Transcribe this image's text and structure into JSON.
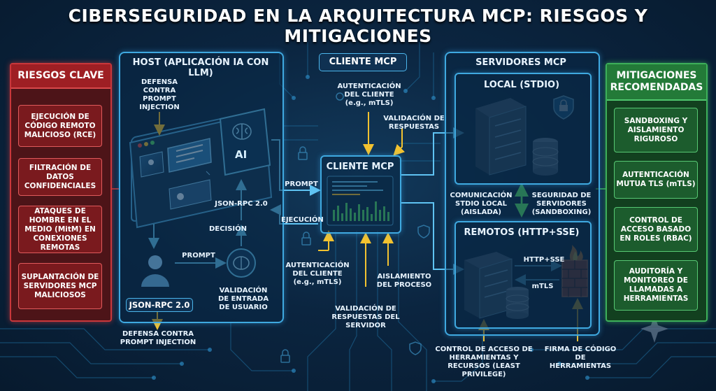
{
  "title": "CIBERSEGURIDAD EN LA ARQUITECTURA MCP: RIESGOS Y MITIGACIONES",
  "risks": {
    "heading": "RIESGOS CLAVE",
    "items": [
      {
        "label": "EJECUCIÓN DE CÓDIGO REMOTO MALICIOSO (RCE)"
      },
      {
        "label": "FILTRACIÓN DE DATOS CONFIDENCIALES"
      },
      {
        "label": "ATAQUES DE HOMBRE EN EL MEDIO (MitM) EN CONEXIONES REMOTAS"
      },
      {
        "label": "SUPLANTACIÓN DE SERVIDORES MCP MALICIOSOS"
      }
    ]
  },
  "mitigations": {
    "heading": "MITIGACIONES RECOMENDADAS",
    "items": [
      {
        "label": "SANDBOXING Y AISLAMIENTO RIGUROSO"
      },
      {
        "label": "AUTENTICACIÓN MUTUA TLS (mTLS)"
      },
      {
        "label": "CONTROL DE ACCESO BASADO EN ROLES (RBAC)"
      },
      {
        "label": "AUDITORÍA Y MONITOREO DE LLAMADAS A HERRAMIENTAS"
      }
    ]
  },
  "host": {
    "title": "HOST (APLICACIÓN IA CON LLM)",
    "defense_top": "DEFENSA CONTRA PROMPT INJECTION",
    "ai_label": "AI",
    "jsonrpc_mid": "JSON-RPC 2.0",
    "decision": "DECISIÓN",
    "prompt": "PROMPT",
    "validation": "VALIDACIÓN DE ENTRADA DE USUARIO",
    "jsonrpc_box": "JSON-RPC 2.0",
    "defense_bottom": "DEFENSA CONTRA PROMPT INJECTION"
  },
  "client": {
    "tag": "CLIENTE MCP",
    "auth_top": "AUTENTICACIÓN DEL CLIENTE (e.g., mTLS)",
    "resp_validation": "VALIDACIÓN DE RESPUESTAS",
    "box_title": "CLIENTE MCP",
    "prompt": "PROMPT",
    "execution": "EJECUCIÓN",
    "auth_bottom": "AUTENTICACIÓN DEL CLIENTE (e.g., mTLS)",
    "server_resp_validation": "VALIDACIÓN DE RESPUESTAS DEL SERVIDOR",
    "process_isolation": "AISLAMIENTO DEL PROCESO"
  },
  "servers": {
    "title": "SERVIDORES MCP",
    "local_title": "LOCAL (STDIO)",
    "stdio_comm": "COMUNICACIÓN STDIO LOCAL (AISLADA)",
    "server_security": "SEGURIDAD DE SERVIDORES (SANDBOXING)",
    "remote_title": "REMOTOS (HTTP+SSE)",
    "http_sse": "HTTP+SSE",
    "mtls": "mTLS",
    "access_control": "CONTROL DE ACCESO DE HERRAMIENTAS Y RECURSOS (LEAST PRIVILEGE)",
    "code_signing": "FIRMA DE CÓDIGO DE HERRAMIENTAS"
  },
  "colors": {
    "background": "#0b2540",
    "accent": "#3fa9e0",
    "risk": "#c9373b",
    "mitigation": "#3db05a",
    "arrow_yellow": "#f2c230",
    "arrow_green": "#4fd46a"
  }
}
